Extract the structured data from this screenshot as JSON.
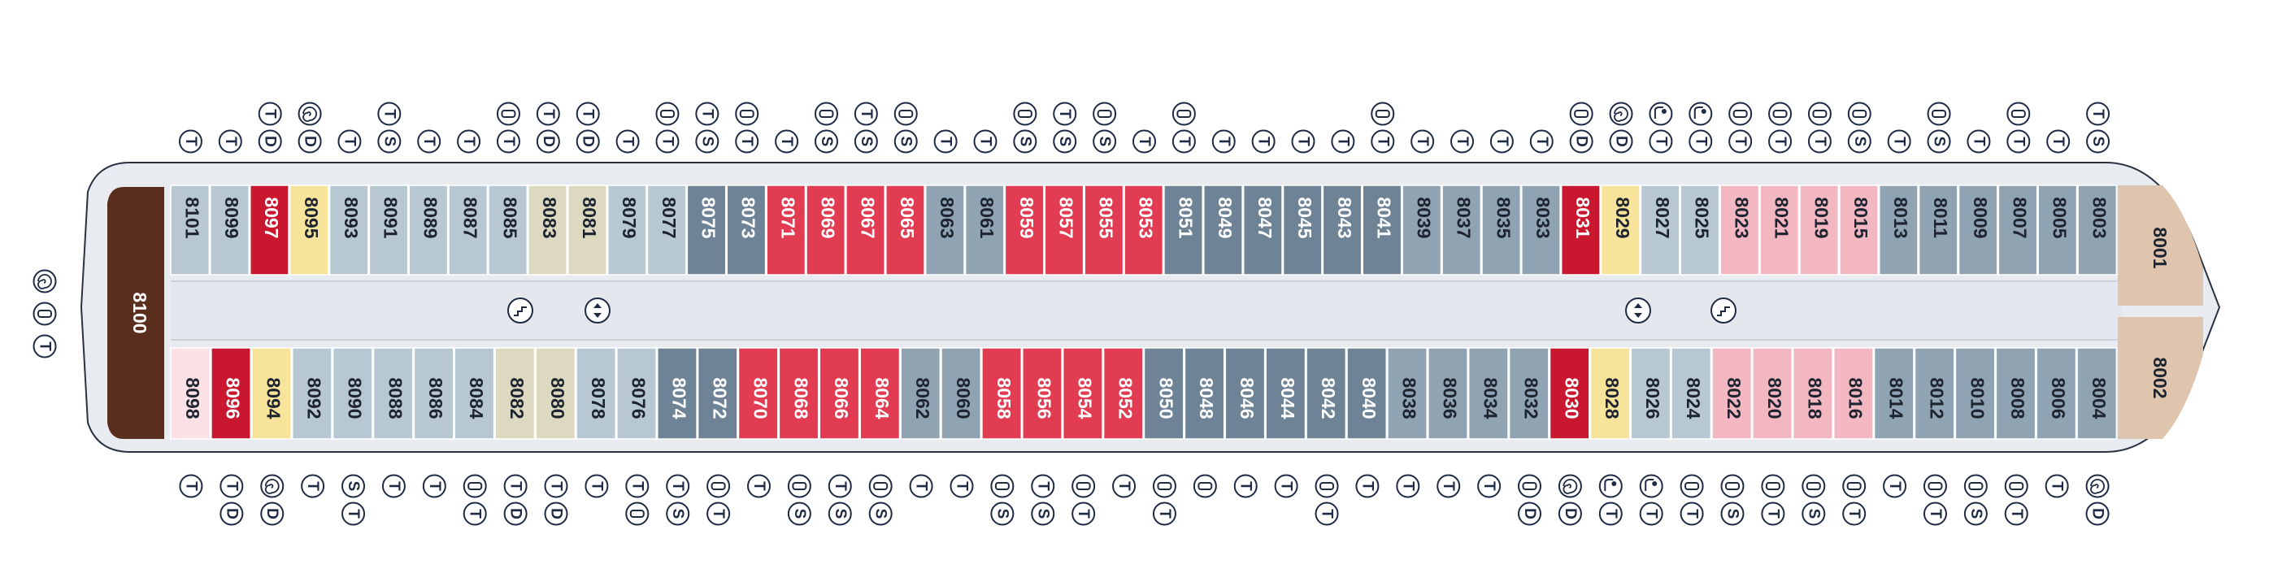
{
  "colors": {
    "hull_fill": "#e8ebf0",
    "hull_stroke": "#2a3140",
    "corridor": "#e4e8ee",
    "deck_line": "#c9d1db",
    "symbol_stroke": "#1f2a44",
    "categories": {
      "light_blue": "#b7c8d3",
      "steel": "#8fa3b2",
      "slate": "#6e8496",
      "red": "#e23c52",
      "dark_red": "#c8172e",
      "pink": "#f3b7c2",
      "light_pink": "#fbe1e6",
      "yellow": "#f8e39a",
      "beige": "#ddd9c0",
      "tan": "#e0c5ae",
      "brown": "#5a2e1c"
    }
  },
  "stern_symbols": [
    "spiral",
    "tub",
    "T"
  ],
  "cabins_top": [
    {
      "label": "8101",
      "cat": "light_blue"
    },
    {
      "label": "8099",
      "cat": "light_blue"
    },
    {
      "label": "8097",
      "cat": "dark_red"
    },
    {
      "label": "8095",
      "cat": "yellow"
    },
    {
      "label": "8093",
      "cat": "light_blue"
    },
    {
      "label": "8091",
      "cat": "light_blue"
    },
    {
      "label": "8089",
      "cat": "light_blue"
    },
    {
      "label": "8087",
      "cat": "light_blue"
    },
    {
      "label": "8085",
      "cat": "light_blue"
    },
    {
      "label": "8083",
      "cat": "beige"
    },
    {
      "label": "8081",
      "cat": "beige"
    },
    {
      "label": "8079",
      "cat": "light_blue"
    },
    {
      "label": "8077",
      "cat": "light_blue"
    },
    {
      "label": "8075",
      "cat": "slate"
    },
    {
      "label": "8073",
      "cat": "slate"
    },
    {
      "label": "8071",
      "cat": "red"
    },
    {
      "label": "8069",
      "cat": "red"
    },
    {
      "label": "8067",
      "cat": "red"
    },
    {
      "label": "8065",
      "cat": "red"
    },
    {
      "label": "8063",
      "cat": "steel"
    },
    {
      "label": "8061",
      "cat": "steel"
    },
    {
      "label": "8059",
      "cat": "red"
    },
    {
      "label": "8057",
      "cat": "red"
    },
    {
      "label": "8055",
      "cat": "red"
    },
    {
      "label": "8053",
      "cat": "red"
    },
    {
      "label": "8051",
      "cat": "slate"
    },
    {
      "label": "8049",
      "cat": "slate"
    },
    {
      "label": "8047",
      "cat": "slate"
    },
    {
      "label": "8045",
      "cat": "slate"
    },
    {
      "label": "8043",
      "cat": "slate"
    },
    {
      "label": "8041",
      "cat": "slate"
    },
    {
      "label": "8039",
      "cat": "steel"
    },
    {
      "label": "8037",
      "cat": "steel"
    },
    {
      "label": "8035",
      "cat": "steel"
    },
    {
      "label": "8033",
      "cat": "steel"
    },
    {
      "label": "8031",
      "cat": "dark_red"
    },
    {
      "label": "8029",
      "cat": "yellow"
    },
    {
      "label": "8027",
      "cat": "light_blue"
    },
    {
      "label": "8025",
      "cat": "light_blue"
    },
    {
      "label": "8023",
      "cat": "pink"
    },
    {
      "label": "8021",
      "cat": "pink"
    },
    {
      "label": "8019",
      "cat": "pink"
    },
    {
      "label": "8015",
      "cat": "pink"
    },
    {
      "label": "8013",
      "cat": "steel"
    },
    {
      "label": "8011",
      "cat": "steel"
    },
    {
      "label": "8009",
      "cat": "steel"
    },
    {
      "label": "8007",
      "cat": "steel"
    },
    {
      "label": "8005",
      "cat": "steel"
    },
    {
      "label": "8003",
      "cat": "steel"
    }
  ],
  "cabins_bottom": [
    {
      "label": "8098",
      "cat": "light_pink"
    },
    {
      "label": "8096",
      "cat": "dark_red"
    },
    {
      "label": "8094",
      "cat": "yellow"
    },
    {
      "label": "8092",
      "cat": "light_blue"
    },
    {
      "label": "8090",
      "cat": "light_blue"
    },
    {
      "label": "8088",
      "cat": "light_blue"
    },
    {
      "label": "8086",
      "cat": "light_blue"
    },
    {
      "label": "8084",
      "cat": "light_blue"
    },
    {
      "label": "8082",
      "cat": "beige"
    },
    {
      "label": "8080",
      "cat": "beige"
    },
    {
      "label": "8078",
      "cat": "light_blue"
    },
    {
      "label": "8076",
      "cat": "light_blue"
    },
    {
      "label": "8074",
      "cat": "slate"
    },
    {
      "label": "8072",
      "cat": "slate"
    },
    {
      "label": "8070",
      "cat": "red"
    },
    {
      "label": "8068",
      "cat": "red"
    },
    {
      "label": "8066",
      "cat": "red"
    },
    {
      "label": "8064",
      "cat": "red"
    },
    {
      "label": "8062",
      "cat": "steel"
    },
    {
      "label": "8060",
      "cat": "steel"
    },
    {
      "label": "8058",
      "cat": "red"
    },
    {
      "label": "8056",
      "cat": "red"
    },
    {
      "label": "8054",
      "cat": "red"
    },
    {
      "label": "8052",
      "cat": "red"
    },
    {
      "label": "8050",
      "cat": "slate"
    },
    {
      "label": "8048",
      "cat": "slate"
    },
    {
      "label": "8046",
      "cat": "slate"
    },
    {
      "label": "8044",
      "cat": "slate"
    },
    {
      "label": "8042",
      "cat": "slate"
    },
    {
      "label": "8040",
      "cat": "slate"
    },
    {
      "label": "8038",
      "cat": "steel"
    },
    {
      "label": "8036",
      "cat": "steel"
    },
    {
      "label": "8034",
      "cat": "steel"
    },
    {
      "label": "8032",
      "cat": "steel"
    },
    {
      "label": "8030",
      "cat": "dark_red"
    },
    {
      "label": "8028",
      "cat": "yellow"
    },
    {
      "label": "8026",
      "cat": "light_blue"
    },
    {
      "label": "8024",
      "cat": "light_blue"
    },
    {
      "label": "8022",
      "cat": "pink"
    },
    {
      "label": "8020",
      "cat": "pink"
    },
    {
      "label": "8018",
      "cat": "pink"
    },
    {
      "label": "8016",
      "cat": "pink"
    },
    {
      "label": "8014",
      "cat": "steel"
    },
    {
      "label": "8012",
      "cat": "steel"
    },
    {
      "label": "8010",
      "cat": "steel"
    },
    {
      "label": "8008",
      "cat": "steel"
    },
    {
      "label": "8006",
      "cat": "steel"
    },
    {
      "label": "8004",
      "cat": "steel"
    }
  ],
  "symbols_top": [
    [
      "T"
    ],
    [
      "T"
    ],
    [
      "D",
      "T"
    ],
    [
      "D",
      "spiral"
    ],
    [
      "T"
    ],
    [
      "S",
      "T"
    ],
    [
      "T"
    ],
    [
      "T"
    ],
    [
      "T",
      "tub"
    ],
    [
      "D",
      "T"
    ],
    [
      "D",
      "T"
    ],
    [
      "T"
    ],
    [
      "T",
      "tub"
    ],
    [
      "S",
      "T"
    ],
    [
      "T",
      "tub"
    ],
    [
      "T"
    ],
    [
      "S",
      "tub"
    ],
    [
      "S",
      "T"
    ],
    [
      "S",
      "tub"
    ],
    [
      "T"
    ],
    [
      "T"
    ],
    [
      "S",
      "tub"
    ],
    [
      "S",
      "T"
    ],
    [
      "S",
      "tub"
    ],
    [
      "T"
    ],
    [
      "T",
      "tub"
    ],
    [
      "T"
    ],
    [
      "T"
    ],
    [
      "T"
    ],
    [
      "T"
    ],
    [
      "T",
      "tub"
    ],
    [
      "T"
    ],
    [
      "T"
    ],
    [
      "T"
    ],
    [
      "T"
    ],
    [
      "D",
      "tub"
    ],
    [
      "D",
      "spiral"
    ],
    [
      "T",
      "shower"
    ],
    [
      "T",
      "shower"
    ],
    [
      "T",
      "tub"
    ],
    [
      "T",
      "tub"
    ],
    [
      "T",
      "tub"
    ],
    [
      "S",
      "tub"
    ],
    [
      "T"
    ],
    [
      "S",
      "tub"
    ],
    [
      "T"
    ],
    [
      "T",
      "tub"
    ],
    [
      "T"
    ],
    [
      "S",
      "T"
    ]
  ],
  "symbols_bottom": [
    [
      "T"
    ],
    [
      "T",
      "D"
    ],
    [
      "spiral",
      "D"
    ],
    [
      "T"
    ],
    [
      "S",
      "T"
    ],
    [
      "T"
    ],
    [
      "T"
    ],
    [
      "tub",
      "T"
    ],
    [
      "T",
      "D"
    ],
    [
      "T",
      "D"
    ],
    [
      "T"
    ],
    [
      "T",
      "tub"
    ],
    [
      "T",
      "S"
    ],
    [
      "tub",
      "T"
    ],
    [
      "T"
    ],
    [
      "tub",
      "S"
    ],
    [
      "T",
      "S"
    ],
    [
      "tub",
      "S"
    ],
    [
      "T"
    ],
    [
      "T"
    ],
    [
      "tub",
      "S"
    ],
    [
      "T",
      "S"
    ],
    [
      "tub",
      "T"
    ],
    [
      "T"
    ],
    [
      "tub",
      "T"
    ],
    [
      "tub"
    ],
    [
      "T"
    ],
    [
      "T"
    ],
    [
      "tub",
      "T"
    ],
    [
      "T"
    ],
    [
      "T"
    ],
    [
      "T"
    ],
    [
      "T"
    ],
    [
      "tub",
      "D"
    ],
    [
      "spiral",
      "D"
    ],
    [
      "shower",
      "T"
    ],
    [
      "shower",
      "T"
    ],
    [
      "tub",
      "T"
    ],
    [
      "tub",
      "S"
    ],
    [
      "tub",
      "T"
    ],
    [
      "tub",
      "S"
    ],
    [
      "tub",
      "T"
    ],
    [
      "T"
    ],
    [
      "tub",
      "T"
    ],
    [
      "tub",
      "S"
    ],
    [
      "tub",
      "T"
    ],
    [
      "T"
    ],
    [
      "spiral",
      "D"
    ]
  ],
  "suite_aft": {
    "label": "8100",
    "cat": "brown"
  },
  "suite_fwd_top": {
    "label": "8001",
    "cat": "tan"
  },
  "suite_fwd_bottom": {
    "label": "8002",
    "cat": "tan"
  },
  "pictograms": [
    "stairs-icon",
    "elevator-icon",
    "elevator-icon",
    "stairs-icon"
  ]
}
